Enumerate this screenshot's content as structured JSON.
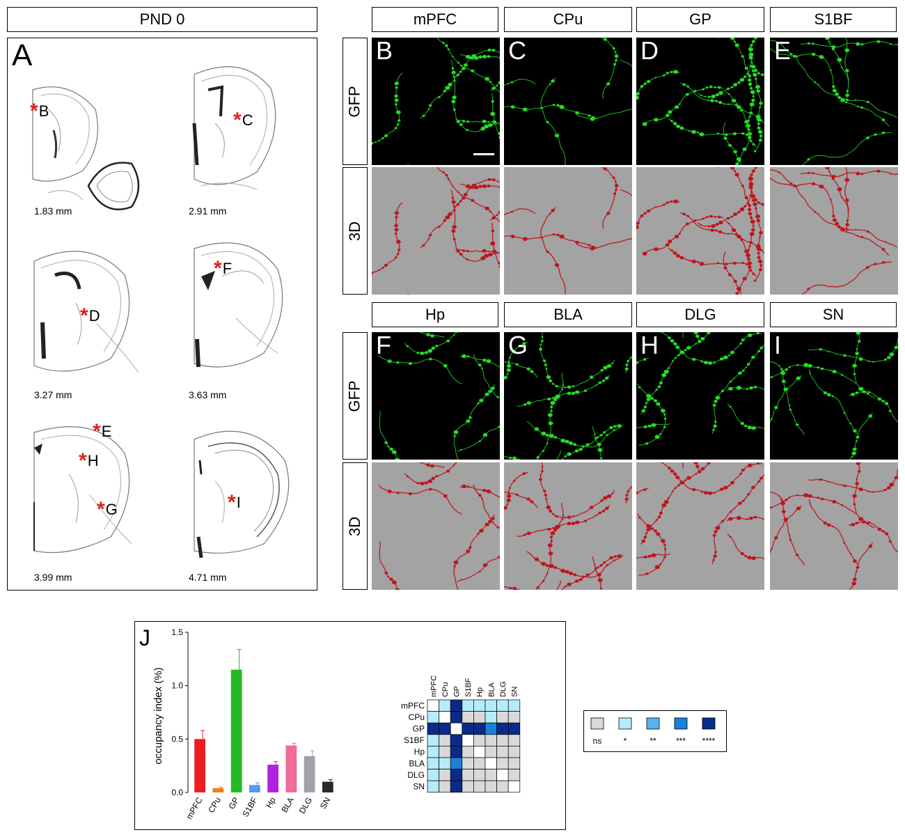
{
  "header": {
    "title": "PND 0"
  },
  "panel_a": {
    "letter": "A",
    "sections": [
      {
        "depth": "1.83 mm",
        "markers": [
          "B"
        ]
      },
      {
        "depth": "2.91 mm",
        "markers": [
          "C"
        ]
      },
      {
        "depth": "3.27 mm",
        "markers": [
          "D"
        ]
      },
      {
        "depth": "3.63 mm",
        "markers": [
          "F"
        ]
      },
      {
        "depth": "3.99 mm",
        "markers": [
          "E",
          "H",
          "G"
        ]
      },
      {
        "depth": "4.71 mm",
        "markers": [
          "I"
        ]
      }
    ]
  },
  "micrographs": {
    "rows": [
      {
        "regions": [
          "mPFC",
          "CPu",
          "GP",
          "S1BF"
        ],
        "letters": [
          "B",
          "C",
          "D",
          "E"
        ]
      },
      {
        "regions": [
          "Hp",
          "BLA",
          "DLG",
          "SN"
        ],
        "letters": [
          "F",
          "G",
          "H",
          "I"
        ]
      }
    ],
    "row_labels": {
      "gfp": "GFP",
      "d3": "3D"
    },
    "gfp_color": "#22dd22",
    "render_color": "#c0141c"
  },
  "panel_j": {
    "letter": "J",
    "chart_data": {
      "type": "bar",
      "categories": [
        "mPFC",
        "CPu",
        "GP",
        "S1BF",
        "Hp",
        "BLA",
        "DLG",
        "SN"
      ],
      "values": [
        0.5,
        0.04,
        1.15,
        0.07,
        0.26,
        0.44,
        0.34,
        0.1
      ],
      "errors": [
        0.08,
        0.01,
        0.19,
        0.02,
        0.03,
        0.02,
        0.05,
        0.02
      ],
      "colors": [
        "#ee1c1c",
        "#f07f1a",
        "#22bb22",
        "#5599ee",
        "#b020e0",
        "#f06a9a",
        "#a0a0a8",
        "#2a2a2a"
      ],
      "ylabel": "occupancy index (%)",
      "yticks": [
        "0.0",
        "0.5",
        "1.0",
        "1.5"
      ],
      "ylim": [
        0,
        1.5
      ]
    },
    "matrix": {
      "labels": [
        "mPFC",
        "CPu",
        "GP",
        "S1BF",
        "Hp",
        "BLA",
        "DLG",
        "SN"
      ],
      "cells": [
        [
          -1,
          1,
          4,
          1,
          1,
          1,
          1,
          1
        ],
        [
          1,
          -1,
          4,
          0,
          0,
          1,
          0,
          0
        ],
        [
          4,
          4,
          -1,
          4,
          4,
          3,
          4,
          4
        ],
        [
          1,
          0,
          4,
          -1,
          0,
          0,
          0,
          0
        ],
        [
          1,
          0,
          4,
          0,
          -1,
          0,
          0,
          0
        ],
        [
          1,
          1,
          3,
          0,
          0,
          -1,
          0,
          0
        ],
        [
          1,
          0,
          4,
          0,
          0,
          0,
          -1,
          0
        ],
        [
          1,
          0,
          4,
          0,
          0,
          0,
          0,
          -1
        ]
      ],
      "level_colors": [
        "#d9d9d9",
        "#b5ecfa",
        "#5ab0ee",
        "#1a80d8",
        "#0c2a8a"
      ]
    }
  },
  "legend": {
    "items": [
      {
        "label": "ns",
        "color": "#d9d9d9"
      },
      {
        "label": "*",
        "color": "#b5ecfa"
      },
      {
        "label": "**",
        "color": "#5ab0ee"
      },
      {
        "label": "***",
        "color": "#1a80d8"
      },
      {
        "label": "****",
        "color": "#0c2a8a"
      }
    ]
  }
}
